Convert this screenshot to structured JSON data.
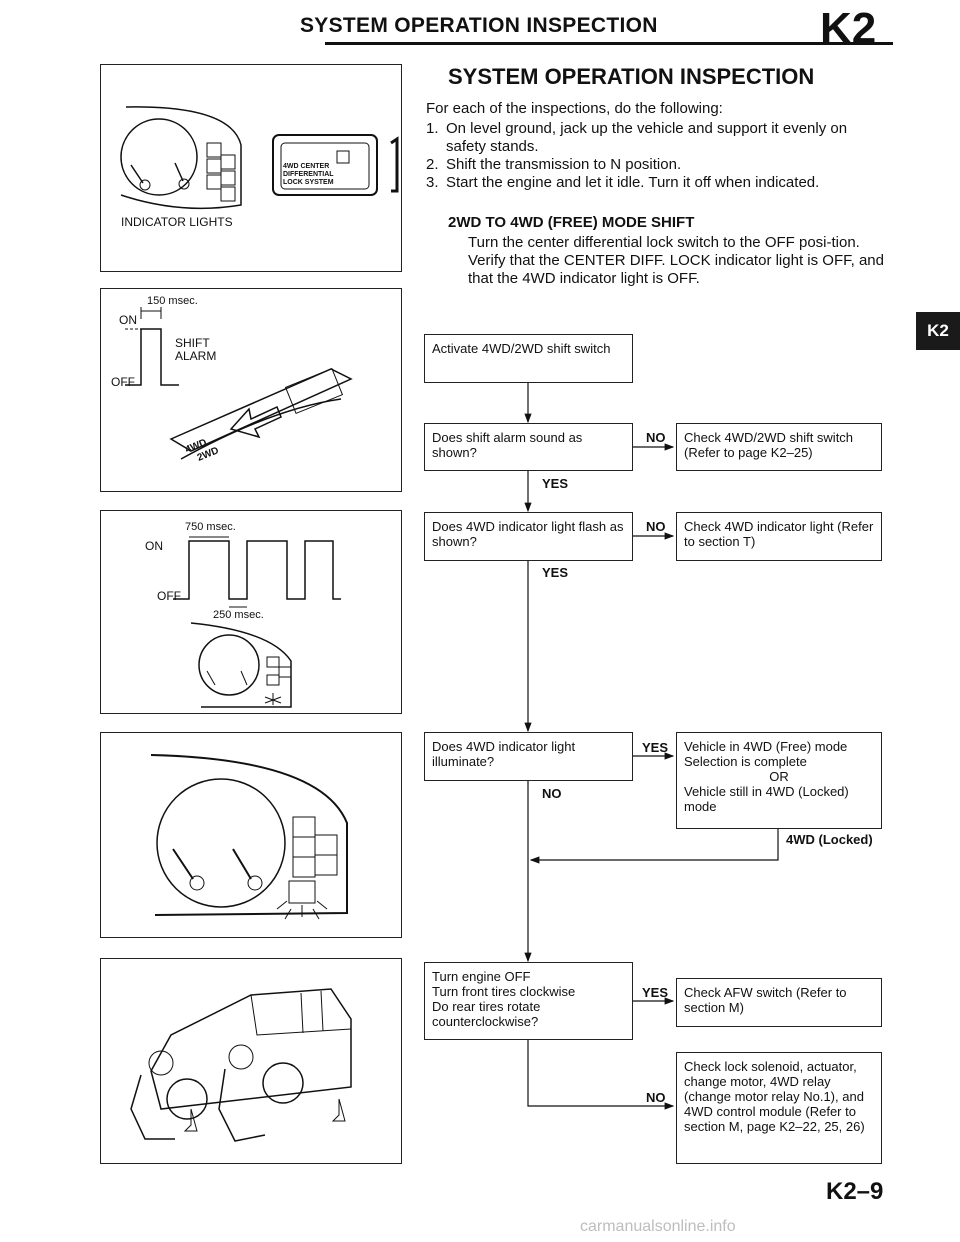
{
  "header": {
    "title": "SYSTEM OPERATION INSPECTION",
    "code": "K2"
  },
  "side_tab": "K2",
  "section_title": "SYSTEM OPERATION INSPECTION",
  "intro": "For each of the inspections, do the following:",
  "steps": [
    {
      "n": "1.",
      "text": "On level ground, jack up the vehicle and support it evenly on safety stands."
    },
    {
      "n": "2.",
      "text": "Shift the transmission to N position."
    },
    {
      "n": "3.",
      "text": "Start the engine and let it idle. Turn it off when indicated."
    }
  ],
  "subsection": {
    "title": "2WD TO 4WD (FREE) MODE SHIFT",
    "text": "Turn the center differential lock switch to the OFF posi-tion. Verify that the CENTER DIFF. LOCK indicator light is OFF, and that the 4WD indicator light is OFF."
  },
  "figures": {
    "fig1": {
      "caption": "INDICATOR LIGHTS",
      "switch_lines": [
        "4WD CENTER",
        "DIFFERENTIAL",
        "LOCK SYSTEM"
      ]
    },
    "fig2": {
      "time": "150 msec.",
      "on": "ON",
      "off": "OFF",
      "alarm_line1": "SHIFT",
      "alarm_line2": "ALARM",
      "switch_text1": "4WD",
      "switch_text2": "2WD"
    },
    "fig3": {
      "time_on": "750 msec.",
      "time_off": "250 msec.",
      "on": "ON",
      "off": "OFF"
    }
  },
  "flow": {
    "box1": "Activate 4WD/2WD shift switch",
    "q1": "Does shift alarm sound as shown?",
    "a1": "Check 4WD/2WD shift switch (Refer to page K2–25)",
    "q2": "Does 4WD indicator light flash as shown?",
    "a2": "Check 4WD indicator light (Refer to section T)",
    "q3": "Does 4WD indicator light illuminate?",
    "a3_line1": "Vehicle in 4WD (Free) mode",
    "a3_line2": "Selection is complete",
    "a3_or": "OR",
    "a3_line3": "Vehicle still in 4WD (Locked) mode",
    "locked": "4WD (Locked)",
    "q4_line1": "Turn engine OFF",
    "q4_line2": "Turn front tires clockwise",
    "q4_line3": "Do rear tires rotate",
    "q4_line4": "counterclockwise?",
    "a4": "Check AFW switch (Refer to section M)",
    "a5": "Check lock solenoid, actuator, change motor, 4WD relay (change motor relay No.1), and 4WD control module (Refer to section M, page K2–22, 25, 26)",
    "yes": "YES",
    "no": "NO"
  },
  "footer": "K2–9",
  "watermark": "carmanualsonline.info"
}
